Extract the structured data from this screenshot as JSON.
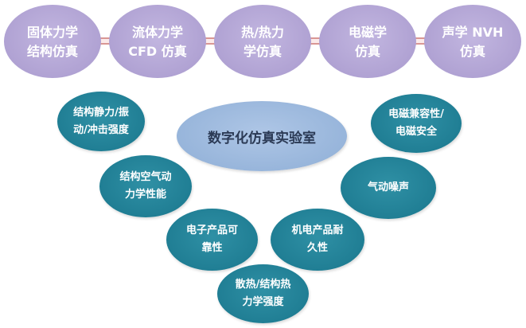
{
  "top_row": [
    {
      "id": "solid",
      "label": "固体力学\n结构仿真"
    },
    {
      "id": "fluid",
      "label": "流体力学\nCFD 仿真"
    },
    {
      "id": "thermal",
      "label": "热/热力\n学仿真"
    },
    {
      "id": "em",
      "label": "电磁学\n仿真"
    },
    {
      "id": "acoustic",
      "label": "声学 NVH\n仿真"
    }
  ],
  "center": {
    "label": "数字化仿真实验室"
  },
  "v_nodes": [
    {
      "id": "static-vibration",
      "label": "结构静力/振\n动/冲击强度"
    },
    {
      "id": "aero-mechanics",
      "label": "结构空气动\n力学性能"
    },
    {
      "id": "electronic-reliability",
      "label": "电子产品可\n靠性"
    },
    {
      "id": "heat-structure",
      "label": "散热/结构热\n力学强度"
    },
    {
      "id": "electromechanical-durability",
      "label": "机电产品耐\n久性"
    },
    {
      "id": "aero-noise",
      "label": "气动噪声"
    },
    {
      "id": "emc-safety",
      "label": "电磁兼容性/\n电磁安全"
    }
  ],
  "colors": {
    "top_fill": "#b4a7d6",
    "center_fill": "#96b4da",
    "node_fill": "#1f7d93",
    "connector": "#d99694"
  }
}
